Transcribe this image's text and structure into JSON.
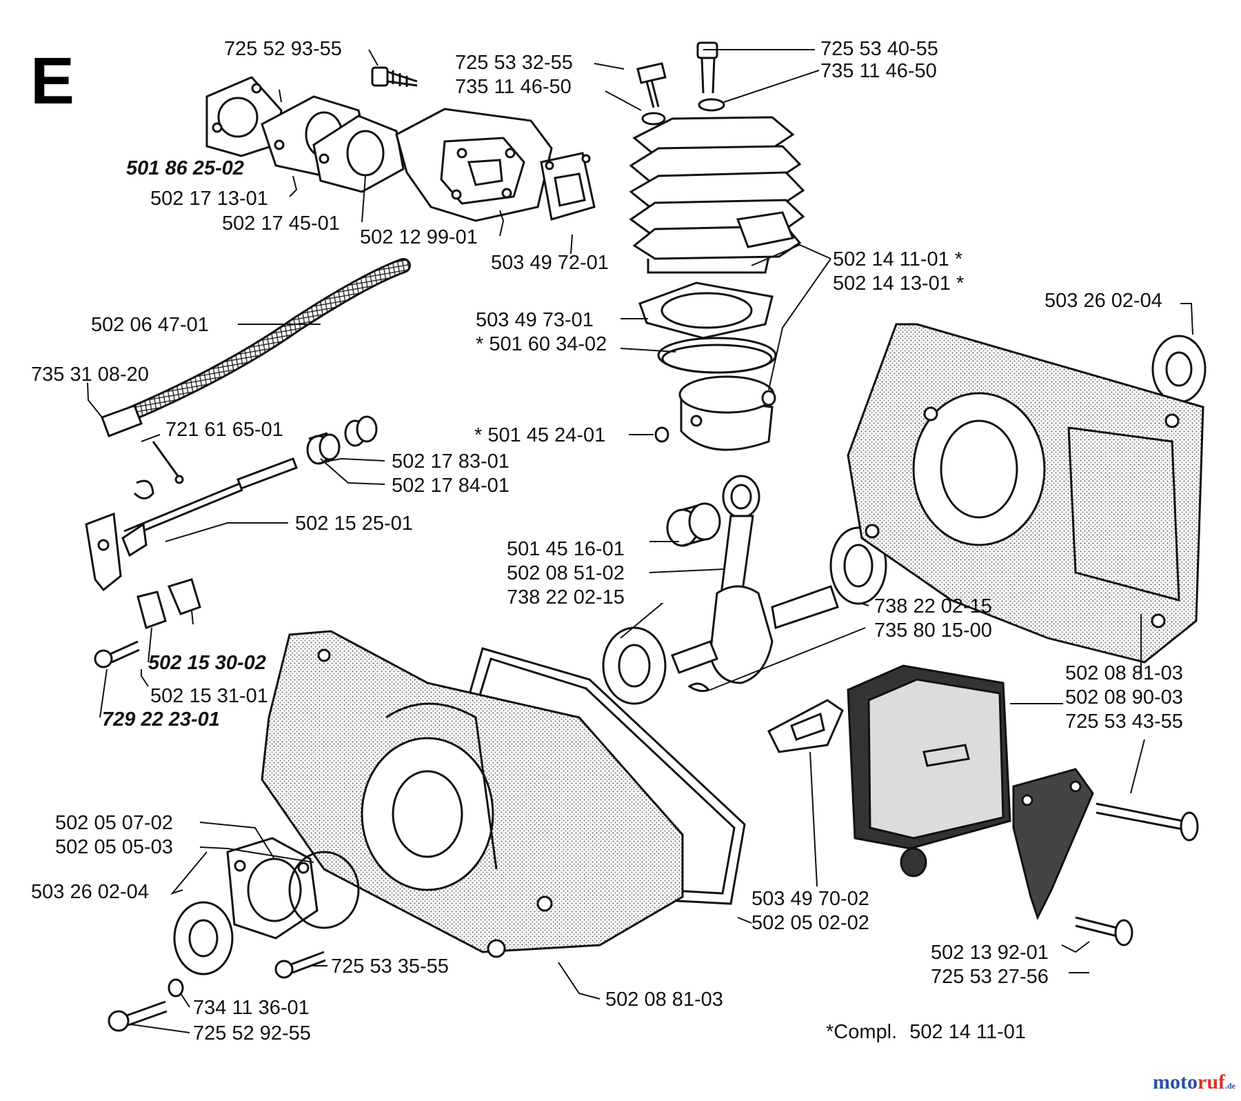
{
  "section_letter": "E",
  "note": {
    "prefix": "*Compl.",
    "number": "502 14 11-01"
  },
  "watermark": {
    "part_a": "moto",
    "part_b": "ruf",
    "suffix": ".de"
  },
  "labels": [
    {
      "id": "l01",
      "text": "725 52 93-55"
    },
    {
      "id": "l02",
      "text": "725 53 32-55"
    },
    {
      "id": "l03",
      "text": "735 11 46-50"
    },
    {
      "id": "l04",
      "text": "725 53 40-55"
    },
    {
      "id": "l05",
      "text": "735 11 46-50"
    },
    {
      "id": "l06",
      "text": "501 86 25-02"
    },
    {
      "id": "l07",
      "text": "502 17 13-01"
    },
    {
      "id": "l08",
      "text": "502 17 45-01"
    },
    {
      "id": "l09",
      "text": "502 12 99-01"
    },
    {
      "id": "l10",
      "text": "503 49 72-01"
    },
    {
      "id": "l11",
      "text": "502 14 11-01 *"
    },
    {
      "id": "l12",
      "text": "502 14 13-01 *"
    },
    {
      "id": "l13",
      "text": "503 26 02-04"
    },
    {
      "id": "l14",
      "text": "502 06 47-01"
    },
    {
      "id": "l15",
      "text": "503 49 73-01"
    },
    {
      "id": "l16",
      "text": "* 501 60 34-02"
    },
    {
      "id": "l17",
      "text": "735 31 08-20"
    },
    {
      "id": "l18",
      "text": "721 61 65-01"
    },
    {
      "id": "l19",
      "text": "* 501 45 24-01"
    },
    {
      "id": "l20",
      "text": "502 17 83-01"
    },
    {
      "id": "l21",
      "text": "502 17 84-01"
    },
    {
      "id": "l22",
      "text": "502 15 25-01"
    },
    {
      "id": "l23",
      "text": "501 45 16-01"
    },
    {
      "id": "l24",
      "text": "502 08 51-02"
    },
    {
      "id": "l25",
      "text": "738 22 02-15"
    },
    {
      "id": "l26",
      "text": "738 22 02-15"
    },
    {
      "id": "l27",
      "text": "735 80 15-00"
    },
    {
      "id": "l28",
      "text": "502 15 30-02"
    },
    {
      "id": "l29",
      "text": "502 15 31-01"
    },
    {
      "id": "l30",
      "text": "729 22 23-01"
    },
    {
      "id": "l31",
      "text": "502 08 81-03"
    },
    {
      "id": "l32",
      "text": "502 08 90-03"
    },
    {
      "id": "l33",
      "text": "725 53 43-55"
    },
    {
      "id": "l34",
      "text": "502 05 07-02"
    },
    {
      "id": "l35",
      "text": "502 05 05-03"
    },
    {
      "id": "l36",
      "text": "503 26 02-04"
    },
    {
      "id": "l37",
      "text": "503 49 70-02"
    },
    {
      "id": "l38",
      "text": "502 05 02-02"
    },
    {
      "id": "l39",
      "text": "725 53 35-55"
    },
    {
      "id": "l40",
      "text": "502 08 81-03"
    },
    {
      "id": "l41",
      "text": "502 13 92-01"
    },
    {
      "id": "l42",
      "text": "725 53 27-56"
    },
    {
      "id": "l43",
      "text": "734 11 36-01"
    },
    {
      "id": "l44",
      "text": "725 52 92-55"
    }
  ]
}
